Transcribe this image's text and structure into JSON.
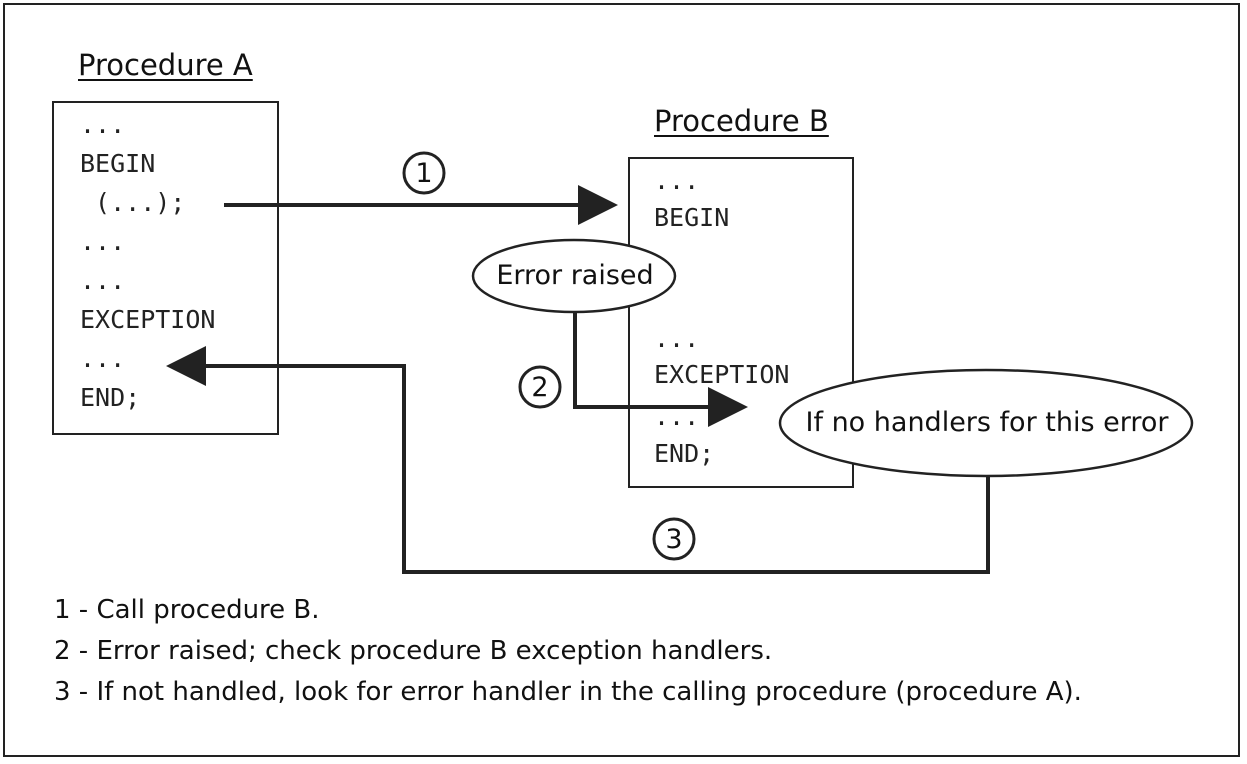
{
  "procedure_a": {
    "title": "Procedure A",
    "lines": [
      "...",
      "BEGIN",
      " (...);",
      "...",
      "...",
      "EXCEPTION",
      "...",
      "END;"
    ]
  },
  "procedure_b": {
    "title": "Procedure B",
    "lines": [
      "...",
      "BEGIN",
      "...",
      "EXCEPTION",
      "...",
      "END;"
    ]
  },
  "callouts": {
    "error_raised": "Error raised",
    "no_handlers": "If no handlers for this error"
  },
  "steps": [
    "1",
    "2",
    "3"
  ],
  "legend": [
    "1 - Call procedure B.",
    "2 - Error raised; check procedure B exception handlers.",
    "3 - If not handled, look for error handler in the calling procedure (procedure A)."
  ],
  "colors": {
    "stroke": "#222222",
    "text": "#111111",
    "background": "#ffffff"
  }
}
